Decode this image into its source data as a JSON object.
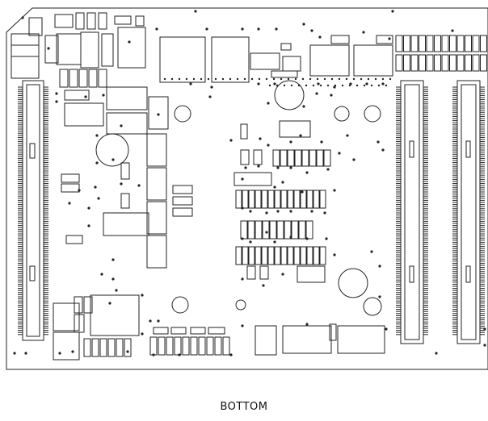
{
  "diagram": {
    "caption": "BOTTOM",
    "colors": {
      "background": "#ffffff",
      "stroke": "#222222",
      "dot": "#222222"
    },
    "elements": {
      "connectors": [
        "left-edge-connector",
        "right-inner-connector",
        "right-outer-connector"
      ],
      "component_types": [
        "ic-package",
        "capacitor-circle",
        "resistor-array",
        "via-dot",
        "pad"
      ]
    }
  }
}
